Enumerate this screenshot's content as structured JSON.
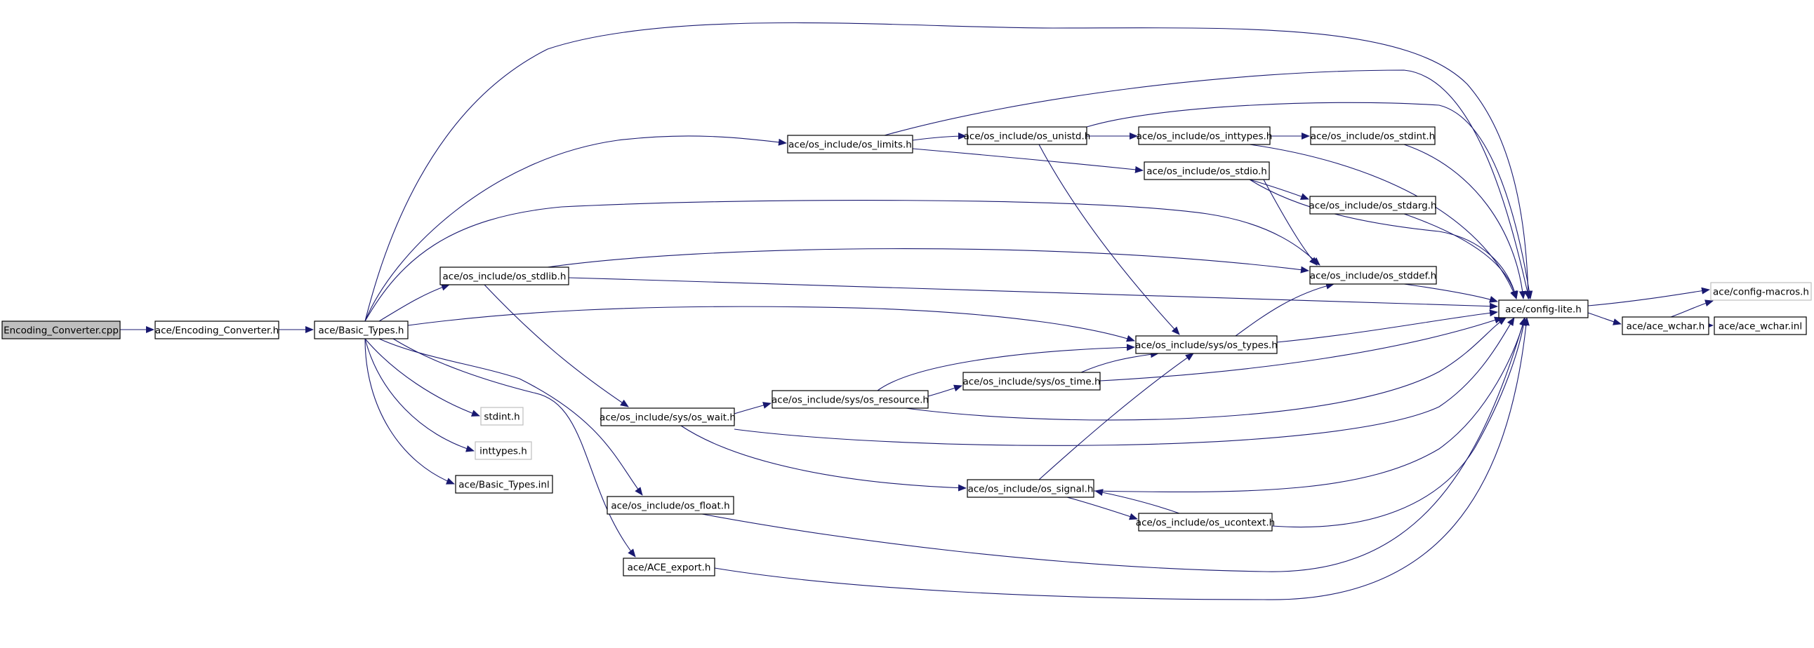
{
  "diagram": {
    "type": "include-dependency-graph",
    "colors": {
      "edge": "#191970",
      "node_border": "#000000",
      "node_border_external": "#bfbfbf",
      "node_fill": "#ffffff",
      "root_fill": "#bfbfbf"
    },
    "nodes": [
      {
        "id": "root",
        "label": "Encoding_Converter.cpp",
        "kind": "root"
      },
      {
        "id": "enc_h",
        "label": "ace/Encoding_Converter.h",
        "kind": "normal"
      },
      {
        "id": "basic_types",
        "label": "ace/Basic_Types.h",
        "kind": "normal"
      },
      {
        "id": "os_limits",
        "label": "ace/os_include/os_limits.h",
        "kind": "normal"
      },
      {
        "id": "os_unistd",
        "label": "ace/os_include/os_unistd.h",
        "kind": "normal"
      },
      {
        "id": "os_inttypes",
        "label": "ace/os_include/os_inttypes.h",
        "kind": "normal"
      },
      {
        "id": "os_stdint",
        "label": "ace/os_include/os_stdint.h",
        "kind": "normal"
      },
      {
        "id": "os_stdio",
        "label": "ace/os_include/os_stdio.h",
        "kind": "normal"
      },
      {
        "id": "os_stdarg",
        "label": "ace/os_include/os_stdarg.h",
        "kind": "normal"
      },
      {
        "id": "os_stdlib",
        "label": "ace/os_include/os_stdlib.h",
        "kind": "normal"
      },
      {
        "id": "os_stddef",
        "label": "ace/os_include/os_stddef.h",
        "kind": "normal"
      },
      {
        "id": "config_lite",
        "label": "ace/config-lite.h",
        "kind": "normal"
      },
      {
        "id": "config_macros",
        "label": "ace/config-macros.h",
        "kind": "external"
      },
      {
        "id": "ace_wchar_h",
        "label": "ace/ace_wchar.h",
        "kind": "normal"
      },
      {
        "id": "ace_wchar_inl",
        "label": "ace/ace_wchar.inl",
        "kind": "normal"
      },
      {
        "id": "os_types",
        "label": "ace/os_include/sys/os_types.h",
        "kind": "normal"
      },
      {
        "id": "os_time",
        "label": "ace/os_include/sys/os_time.h",
        "kind": "normal"
      },
      {
        "id": "os_resource",
        "label": "ace/os_include/sys/os_resource.h",
        "kind": "normal"
      },
      {
        "id": "os_wait",
        "label": "ace/os_include/sys/os_wait.h",
        "kind": "normal"
      },
      {
        "id": "stdint",
        "label": "stdint.h",
        "kind": "external"
      },
      {
        "id": "inttypes",
        "label": "inttypes.h",
        "kind": "external"
      },
      {
        "id": "basic_types_inl",
        "label": "ace/Basic_Types.inl",
        "kind": "normal"
      },
      {
        "id": "os_signal",
        "label": "ace/os_include/os_signal.h",
        "kind": "normal"
      },
      {
        "id": "os_ucontext",
        "label": "ace/os_include/os_ucontext.h",
        "kind": "normal"
      },
      {
        "id": "os_float",
        "label": "ace/os_include/os_float.h",
        "kind": "normal"
      },
      {
        "id": "ace_export",
        "label": "ace/ACE_export.h",
        "kind": "normal"
      }
    ],
    "edges": [
      {
        "from": "root",
        "to": "enc_h"
      },
      {
        "from": "enc_h",
        "to": "basic_types"
      },
      {
        "from": "basic_types",
        "to": "config_lite"
      },
      {
        "from": "basic_types",
        "to": "os_limits"
      },
      {
        "from": "basic_types",
        "to": "os_stddef"
      },
      {
        "from": "basic_types",
        "to": "os_stdlib"
      },
      {
        "from": "basic_types",
        "to": "os_types"
      },
      {
        "from": "basic_types",
        "to": "os_float"
      },
      {
        "from": "basic_types",
        "to": "ace_export"
      },
      {
        "from": "basic_types",
        "to": "stdint"
      },
      {
        "from": "basic_types",
        "to": "inttypes"
      },
      {
        "from": "basic_types",
        "to": "basic_types_inl"
      },
      {
        "from": "os_limits",
        "to": "config_lite"
      },
      {
        "from": "os_limits",
        "to": "os_unistd"
      },
      {
        "from": "os_limits",
        "to": "os_stdio"
      },
      {
        "from": "os_unistd",
        "to": "config_lite"
      },
      {
        "from": "os_unistd",
        "to": "os_inttypes"
      },
      {
        "from": "os_unistd",
        "to": "os_types"
      },
      {
        "from": "os_inttypes",
        "to": "os_stdint"
      },
      {
        "from": "os_inttypes",
        "to": "config_lite"
      },
      {
        "from": "os_stdint",
        "to": "config_lite"
      },
      {
        "from": "os_stdio",
        "to": "config_lite"
      },
      {
        "from": "os_stdio",
        "to": "os_stdarg"
      },
      {
        "from": "os_stdio",
        "to": "os_stddef"
      },
      {
        "from": "os_stdarg",
        "to": "config_lite"
      },
      {
        "from": "os_stdlib",
        "to": "config_lite"
      },
      {
        "from": "os_stdlib",
        "to": "os_stddef"
      },
      {
        "from": "os_stdlib",
        "to": "os_wait"
      },
      {
        "from": "os_stddef",
        "to": "config_lite"
      },
      {
        "from": "config_lite",
        "to": "config_macros"
      },
      {
        "from": "config_lite",
        "to": "ace_wchar_h"
      },
      {
        "from": "ace_wchar_h",
        "to": "config_macros"
      },
      {
        "from": "ace_wchar_h",
        "to": "ace_wchar_inl"
      },
      {
        "from": "os_types",
        "to": "config_lite"
      },
      {
        "from": "os_types",
        "to": "os_stddef"
      },
      {
        "from": "os_time",
        "to": "os_types"
      },
      {
        "from": "os_time",
        "to": "config_lite"
      },
      {
        "from": "os_resource",
        "to": "os_types"
      },
      {
        "from": "os_resource",
        "to": "os_time"
      },
      {
        "from": "os_resource",
        "to": "config_lite"
      },
      {
        "from": "os_wait",
        "to": "os_resource"
      },
      {
        "from": "os_wait",
        "to": "config_lite"
      },
      {
        "from": "os_wait",
        "to": "os_signal"
      },
      {
        "from": "os_signal",
        "to": "config_lite"
      },
      {
        "from": "os_signal",
        "to": "os_types"
      },
      {
        "from": "os_signal",
        "to": "os_ucontext"
      },
      {
        "from": "os_ucontext",
        "to": "config_lite"
      },
      {
        "from": "os_ucontext",
        "to": "os_signal"
      },
      {
        "from": "os_float",
        "to": "config_lite"
      },
      {
        "from": "ace_export",
        "to": "config_lite"
      }
    ]
  }
}
